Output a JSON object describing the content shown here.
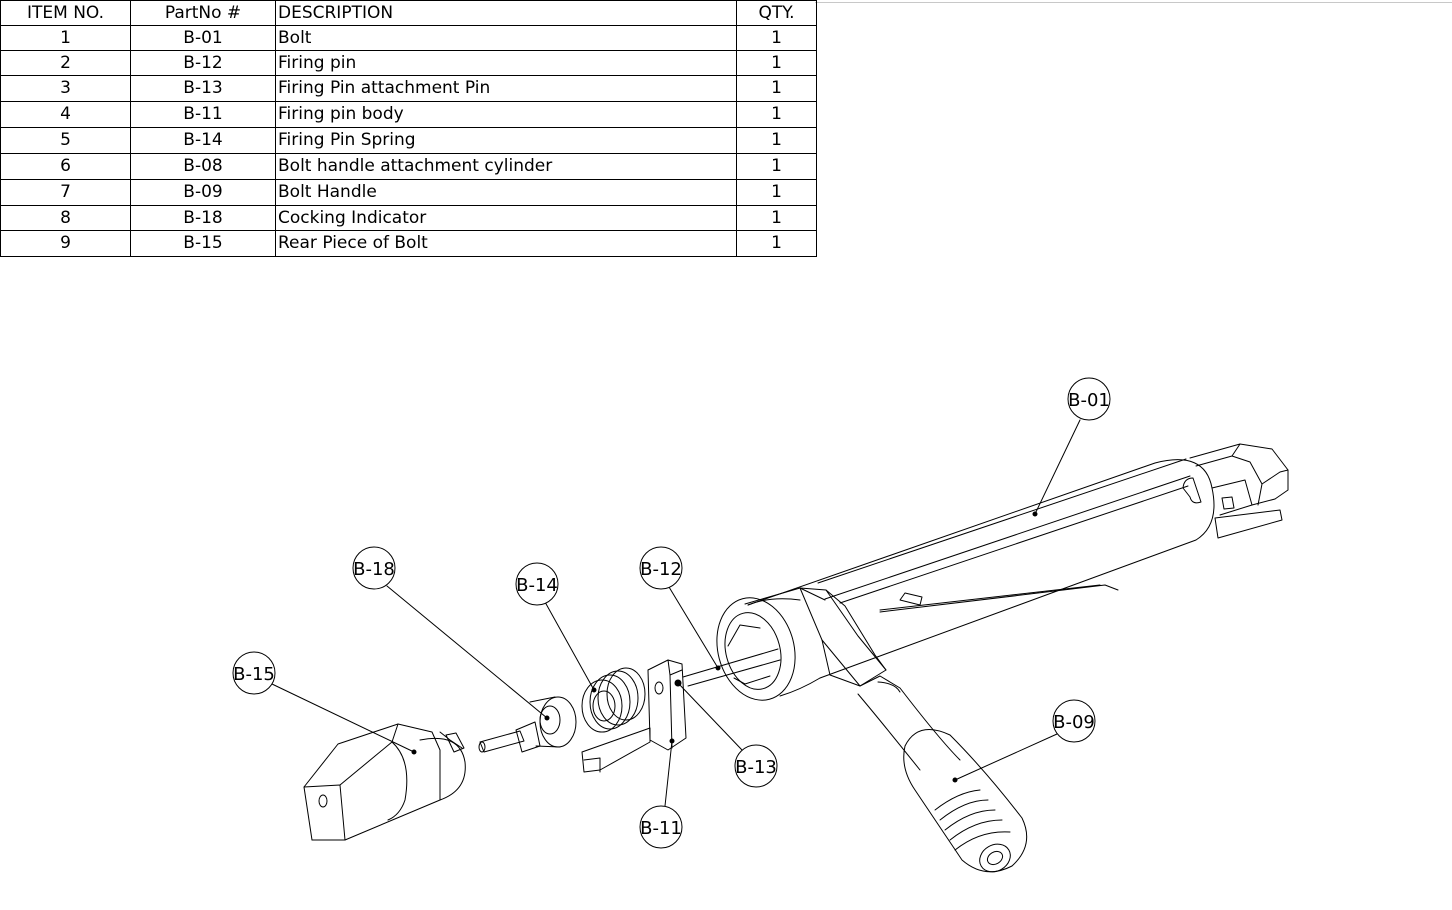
{
  "bom": {
    "headers": {
      "item": "ITEM NO.",
      "part": "PartNo #",
      "desc": "DESCRIPTION",
      "qty": "QTY."
    },
    "rows": [
      {
        "item": "1",
        "part": "B-01",
        "desc": "Bolt",
        "qty": "1"
      },
      {
        "item": "2",
        "part": "B-12",
        "desc": "Firing pin",
        "qty": "1"
      },
      {
        "item": "3",
        "part": "B-13",
        "desc": "Firing Pin attachment Pin",
        "qty": "1"
      },
      {
        "item": "4",
        "part": "B-11",
        "desc": "Firing pin body",
        "qty": "1"
      },
      {
        "item": "5",
        "part": "B-14",
        "desc": "Firing Pin Spring",
        "qty": "1"
      },
      {
        "item": "6",
        "part": "B-08",
        "desc": "Bolt handle attachment cylinder",
        "qty": "1"
      },
      {
        "item": "7",
        "part": "B-09",
        "desc": "Bolt Handle",
        "qty": "1"
      },
      {
        "item": "8",
        "part": "B-18",
        "desc": "Cocking Indicator",
        "qty": "1"
      },
      {
        "item": "9",
        "part": "B-15",
        "desc": "Rear Piece of Bolt",
        "qty": "1"
      }
    ]
  },
  "balloons": {
    "b01": "B-01",
    "b18": "B-18",
    "b14": "B-14",
    "b12": "B-12",
    "b15": "B-15",
    "b09": "B-09",
    "b13": "B-13",
    "b11": "B-11"
  },
  "colors": {
    "line": "#000000",
    "background": "#ffffff",
    "frame": "#c8c8c8"
  }
}
